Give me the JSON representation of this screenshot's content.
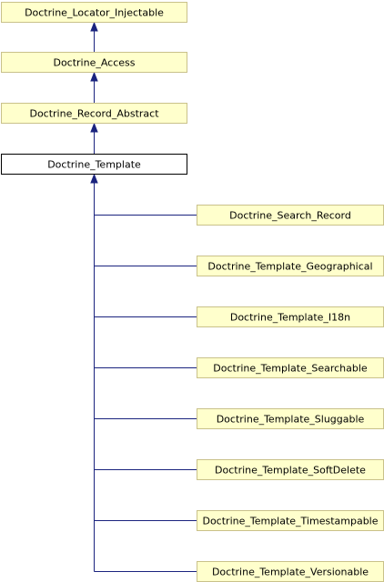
{
  "colors": {
    "node_fill": "#ffffcc",
    "current_fill": "#ffffff",
    "edge": "#1a237e"
  },
  "ancestors": [
    {
      "label": "Doctrine_Locator_Injectable"
    },
    {
      "label": "Doctrine_Access"
    },
    {
      "label": "Doctrine_Record_Abstract"
    }
  ],
  "current": {
    "label": "Doctrine_Template"
  },
  "children": [
    {
      "label": "Doctrine_Search_Record"
    },
    {
      "label": "Doctrine_Template_Geographical"
    },
    {
      "label": "Doctrine_Template_I18n"
    },
    {
      "label": "Doctrine_Template_Searchable"
    },
    {
      "label": "Doctrine_Template_Sluggable"
    },
    {
      "label": "Doctrine_Template_SoftDelete"
    },
    {
      "label": "Doctrine_Template_Timestampable"
    },
    {
      "label": "Doctrine_Template_Versionable"
    }
  ]
}
